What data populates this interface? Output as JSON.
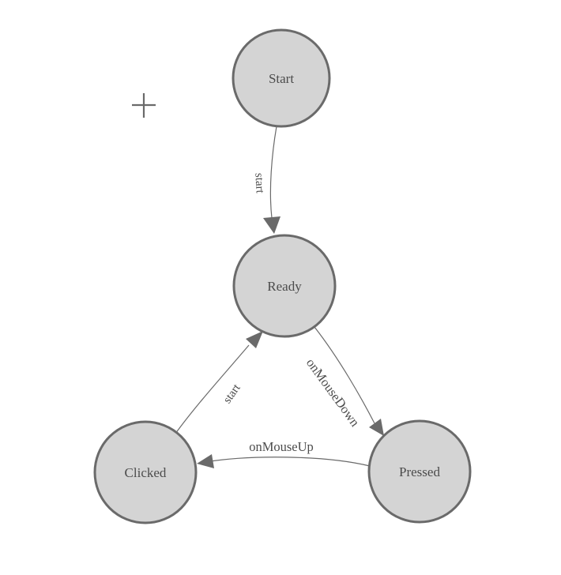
{
  "canvas": {
    "background": "#ffffff"
  },
  "diagram": {
    "type": "state-machine",
    "nodes": [
      {
        "label": "Start"
      },
      {
        "label": "Ready"
      },
      {
        "label": "Clicked"
      },
      {
        "label": "Pressed"
      }
    ],
    "edges": [
      {
        "from": "Start",
        "to": "Ready",
        "label": "start"
      },
      {
        "from": "Clicked",
        "to": "Ready",
        "label": "start"
      },
      {
        "from": "Ready",
        "to": "Pressed",
        "label": "onMouseDown"
      },
      {
        "from": "Pressed",
        "to": "Clicked",
        "label": "onMouseUp"
      }
    ],
    "icons": {
      "crosshair": "plus-crosshair"
    },
    "colors": {
      "node_fill": "#d4d4d4",
      "node_border": "#6a6a6a",
      "edge": "#6a6a6a",
      "label_text": "#4c4c4c"
    }
  }
}
